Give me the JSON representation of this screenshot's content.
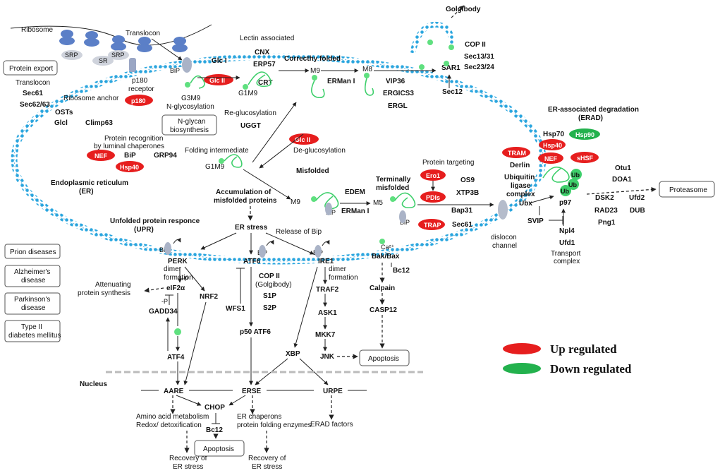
{
  "legend": {
    "up": {
      "label": "Up regulated",
      "color": "#e61e1e"
    },
    "down": {
      "label": "Down regulated",
      "color": "#23b14d"
    }
  },
  "top": {
    "ribosome": "Ribosome",
    "translocon": "Translocon",
    "srp1": "SRP",
    "sr": "SR",
    "srp2": "SRP",
    "bip_top": "BiP",
    "p180_receptor_1": "p180",
    "p180_receptor_2": "receptor",
    "ribosome_anchor": "Ribosome anchor",
    "golgibody": "Golgibody",
    "lectin_associated": "Lectin associated",
    "correctly_folded": "Correcthy folded"
  },
  "left_boxes": {
    "protein_export": "Protein export",
    "n_glycan_1": "N-glycan",
    "n_glycan_2": "biosynthesis",
    "diseases": [
      "Prion diseases",
      "Alzheimer's",
      "disease",
      "Parkinson's",
      "disease",
      "Type  II",
      "diabetes mellitus"
    ],
    "proteasome": "Proteasome",
    "apoptosis_right": "Apoptosis",
    "apoptosis_bottom": "Apoptosis"
  },
  "labels": {
    "translocon_left": "Translocon",
    "sec61": "Sec61",
    "sec6263": "Sec62/63",
    "osts": "OSTs",
    "glci_left": "Glcl",
    "climp63": "Climp63",
    "g3m9": "G3M9",
    "n_glycosylation": "N-glycosylation",
    "glc_i": "Glc I",
    "cnx": "CNX",
    "erp57": "ERP57",
    "crt": "CRT",
    "g1m9_top": "G1M9",
    "m9_top": "M9",
    "m8": "M8",
    "erman_top": "ERMan I",
    "vip36": "VIP36",
    "ergic53": "ERGICS3",
    "ergl": "ERGL",
    "cop_ii_top": "COP II",
    "sec1331": "Sec13/31",
    "sec2324": "Sec23/24",
    "sar1": "SAR1",
    "sec12": "Sec12",
    "re_glucosylation": "Re-glucosylation",
    "uggt": "UGGT",
    "de_glucosylation": "De-glucosylation",
    "protein_recognition_1": "Protein recognition",
    "protein_recognition_2": "by luminal chaperones",
    "bip": "BiP",
    "grp94": "GRP94",
    "folding_intermediate": "Folding intermediate",
    "g1m9_mid": "G1M9",
    "misfolded": "Misfolded",
    "protein_targeting": "Protein targeting",
    "os9": "OS9",
    "xtp3b": "XTP3B",
    "terminally_1": "Terminally",
    "terminally_2": "misfolded",
    "edem": "EDEM",
    "erman_mid": "ERMan I",
    "m9_mid": "M9",
    "m5": "M5",
    "bip_m9": "BiP",
    "bip_m5": "BiP",
    "bap31": "Bap31",
    "sec61c": "Sec61",
    "er_1": "Endoplasmic reticulum",
    "er_2": "(ER)",
    "accumulation_1": "Accumulation of",
    "accumulation_2": "misfolded proteins",
    "er_stress": "ER stress",
    "release_bip": "Release of Bip",
    "upr_1": "Unfolded protein responce",
    "upr_2": "(UPR)",
    "bip_perk": "BiP",
    "bip_atf6": "BiP",
    "bip_ire1": "BiP",
    "perk": "PERK",
    "atf6": "ATF6",
    "ire1": "IRE1",
    "ca": "Ca²⁺",
    "bak_bax": "Bak/Bax",
    "bc12_right": "Bc12",
    "dimer_1": "dimer",
    "formation_1": "formation",
    "plus_p": "+P",
    "eif2a": "eIF2α",
    "attenuating_1": "Attenuating",
    "attenuating_2": "protein synthesis",
    "minus_p": "-P",
    "gadd34": "GADD34",
    "nrf2": "NRF2",
    "atf4": "ATF4",
    "cop_ii_mid": "COP II",
    "golgibody_mid": "(Golgibody)",
    "s1p": "S1P",
    "s2p": "S2P",
    "wfs1": "WFS1",
    "p50": "p50 ATF6",
    "dimer_2": "dimer",
    "formation_2": "formation",
    "traf2": "TRAF2",
    "ask1": "ASK1",
    "mkk7": "MKK7",
    "jnk": "JNK",
    "xbp": "XBP",
    "calpain": "Calpain",
    "casp12": "CASP12",
    "erad_1": "ER-associated degradation",
    "erad_2": "(ERAD)",
    "hsp70": "Hsp70",
    "derlin": "Derlin",
    "ub_ligase_1": "Ubiquitin",
    "ub_ligase_2": "ligase",
    "ub_ligase_3": "complex",
    "ub1": "Ub",
    "ub2": "Ub",
    "ub3": "Ub",
    "ubx": "Ubx",
    "p97": "p97",
    "svip": "SVIP",
    "npl4": "Npl4",
    "ufd1": "Ufd1",
    "transport_1": "Transport",
    "transport_2": "complex",
    "dislocon_1": "dislocon",
    "dislocon_2": "channel",
    "otu1": "Otu1",
    "doa1": "DOA1",
    "dsk2": "DSK2",
    "ufd2": "Ufd2",
    "rad23": "RAD23",
    "dub": "DUB",
    "png1": "Png1",
    "nucleus": "Nucleus",
    "aare": "AARE",
    "erse": "ERSE",
    "urpe": "URPE",
    "chop": "CHOP",
    "bc12_bottom": "Bc12",
    "amino_1": "Amino acid metabolism",
    "amino_2": "Redox/ detoxification",
    "er_chap_1": "ER chaperons",
    "er_chap_2": "protein folding enzymes",
    "erad_factors": "ERAD factors",
    "recovery_1a": "Recovery of",
    "recovery_1b": "ER stress",
    "recovery_2a": "Recovery of",
    "recovery_2b": "ER stress"
  },
  "ovals": {
    "p180": "p180",
    "glc_ii_top": "Glc II",
    "glc_ii_mid": "Glc II",
    "nef_left": "NEF",
    "hsp40_left": "Hsp40",
    "ero1": "Ero1",
    "pdis": "PDIs",
    "trap": "TRAP",
    "tram": "TRAM",
    "hsp40_right": "Hsp40",
    "nef_right": "NEF",
    "shsf": "sHSF",
    "hsp90": "Hsp90"
  }
}
